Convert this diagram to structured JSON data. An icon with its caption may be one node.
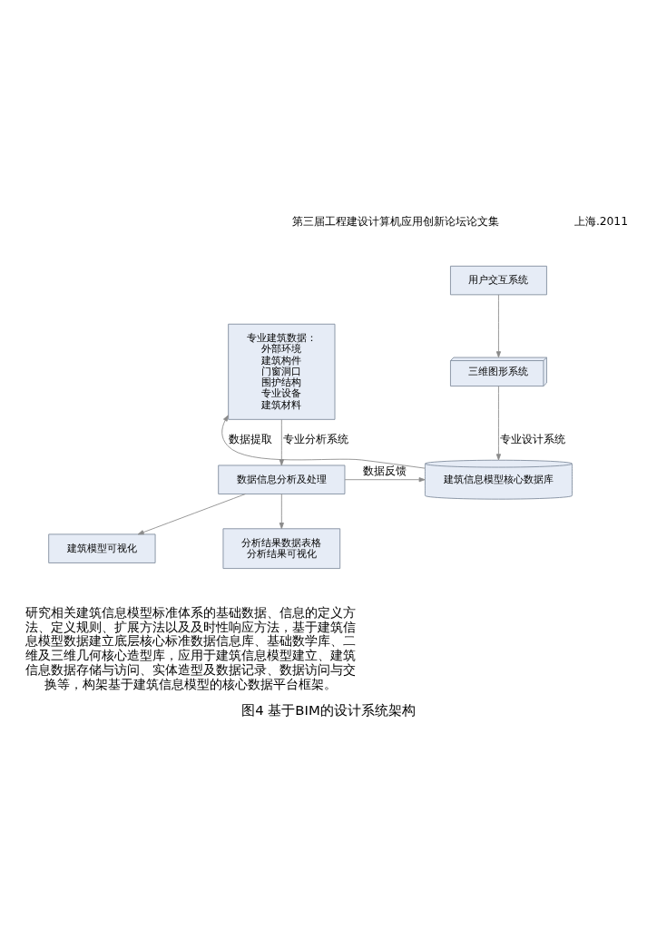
{
  "diagram": {
    "caption": "图4 基于BIM的设计系统架构",
    "nodes": [
      {
        "text": [
          "用户交互系统"
        ]
      },
      {
        "text": [
          "三维图形系统"
        ]
      },
      {
        "text": [
          "建筑信息模型核心数据库"
        ]
      },
      {
        "text": [
          "专业建筑数据：",
          "外部环境",
          "建筑构件",
          "门窗洞口",
          "围护结构",
          "专业设备",
          "建筑材料"
        ]
      },
      {
        "text": [
          "数据信息分析及处理"
        ]
      },
      {
        "text": [
          "建筑模型可视化"
        ]
      },
      {
        "text": [
          "分析结果数据表格",
          "分析结果可视化"
        ]
      }
    ],
    "edges": [
      {
        "from": 0,
        "to": 1,
        "arrow": "to"
      },
      {
        "from": 1,
        "to": 2,
        "arrow": "to",
        "label": "专业设计系统"
      },
      {
        "from": 2,
        "to": 3,
        "arrow": "to",
        "label": "数据提取"
      },
      {
        "from": 3,
        "to": 4,
        "arrow": "to",
        "label": "专业分析系统"
      },
      {
        "from": 4,
        "to": 2,
        "arrow": "to",
        "label": "数据反馈"
      },
      {
        "from": 4,
        "to": 5,
        "arrow": "to"
      },
      {
        "from": 4,
        "to": 6,
        "arrow": "to"
      }
    ],
    "labels": [
      "第三届工程建设计算机应用创新论坛论文集",
      "上海.2011",
      "研究相关建筑信息模型标准体系的基础数据、信息的定义方法、定义规则、扩展方法以及及时性响应方法，基于建筑信息模型数据建立底层核心标准数据信息库、基础数学库、二维及三维几何核心造型库，应用于建筑信息模型建立、建筑信息数据存储与访问、实体造型及数据记录、数据访问与交换等，构架基于建筑信息模型的核心数据平台框架。"
    ]
  }
}
